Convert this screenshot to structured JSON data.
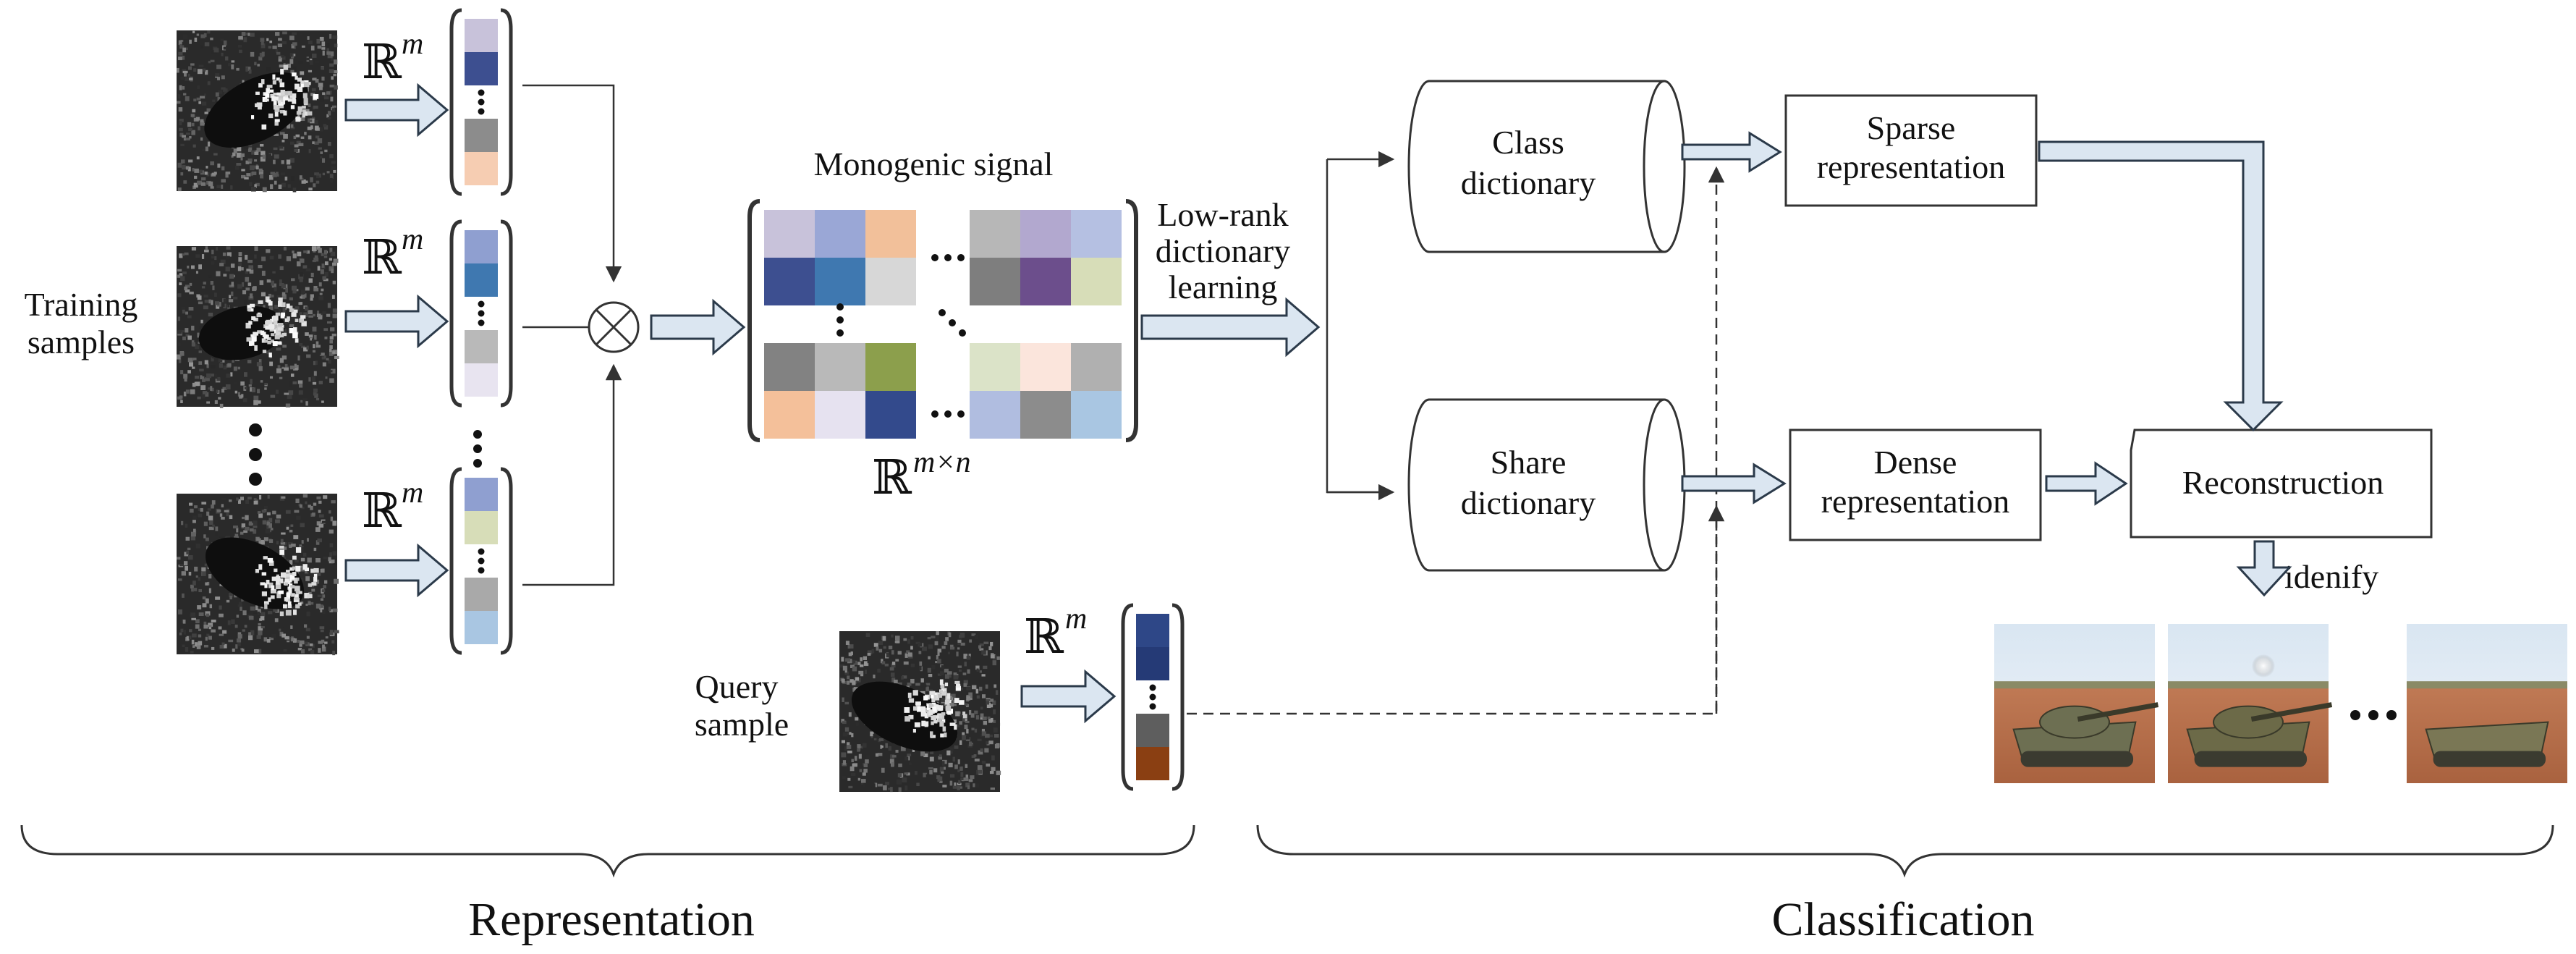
{
  "labels": {
    "training_line1": "Training",
    "training_line2": "samples",
    "query_line1": "Query",
    "query_line2": "sample",
    "monogenic_title": "Monogenic signal",
    "lowrank_line1": "Low-rank",
    "lowrank_line2": "dictionary",
    "lowrank_line3": "learning",
    "class_dict_line1": "Class",
    "class_dict_line2": "dictionary",
    "share_dict_line1": "Share",
    "share_dict_line2": "dictionary",
    "sparse_line1": "Sparse",
    "sparse_line2": "representation",
    "dense_line1": "Dense",
    "dense_line2": "representation",
    "reconstruction": "Reconstruction",
    "identify": "idenify",
    "representation": "Representation",
    "classification": "Classification",
    "space_symbol": "ℝ",
    "exp_m": "m",
    "exp_mxn": "m×n"
  },
  "colors": {
    "arrow_fill": "#dbe6f1",
    "arrow_stroke": "#2b3a4a",
    "line": "#333333"
  },
  "vectors": {
    "vec1": [
      "#c8c2da",
      "#3d4f90",
      "white",
      "#8c8c8c",
      "#f6cdb2"
    ],
    "vec2": [
      "#8f9fd0",
      "#3f78b0",
      "white",
      "#b9b9b9",
      "#e8e4f0"
    ],
    "vec3": [
      "#8f9fd0",
      "#d7ddb8",
      "white",
      "#a9a9a9",
      "#a9c6e2"
    ],
    "query": [
      "#2e4787",
      "#253a76",
      "white",
      "#5e5e5e",
      "#8a3f12"
    ]
  },
  "matrix": {
    "top_left": [
      [
        "#c8c2da",
        "#9aa7d6",
        "#f2c09a"
      ],
      [
        "#3d4f90",
        "#3f78b0",
        "#d7d7d7"
      ]
    ],
    "top_right": [
      [
        "#b7b7b7",
        "#b2a8cf",
        "#b5c0e2"
      ],
      [
        "#7e7e7e",
        "#6c4e8c",
        "#d7ddb8"
      ]
    ],
    "bottom_left": [
      [
        "#828282",
        "#b9b9b9",
        "#8c9f4c"
      ],
      [
        "#f4c09a",
        "#e6e2f0",
        "#334a8c"
      ]
    ],
    "bottom_right": [
      [
        "#dbe3c8",
        "#fbe5dc",
        "#b0b0b0"
      ],
      [
        "#b0bde0",
        "#8c8c8c",
        "#a9c6e2"
      ]
    ]
  }
}
